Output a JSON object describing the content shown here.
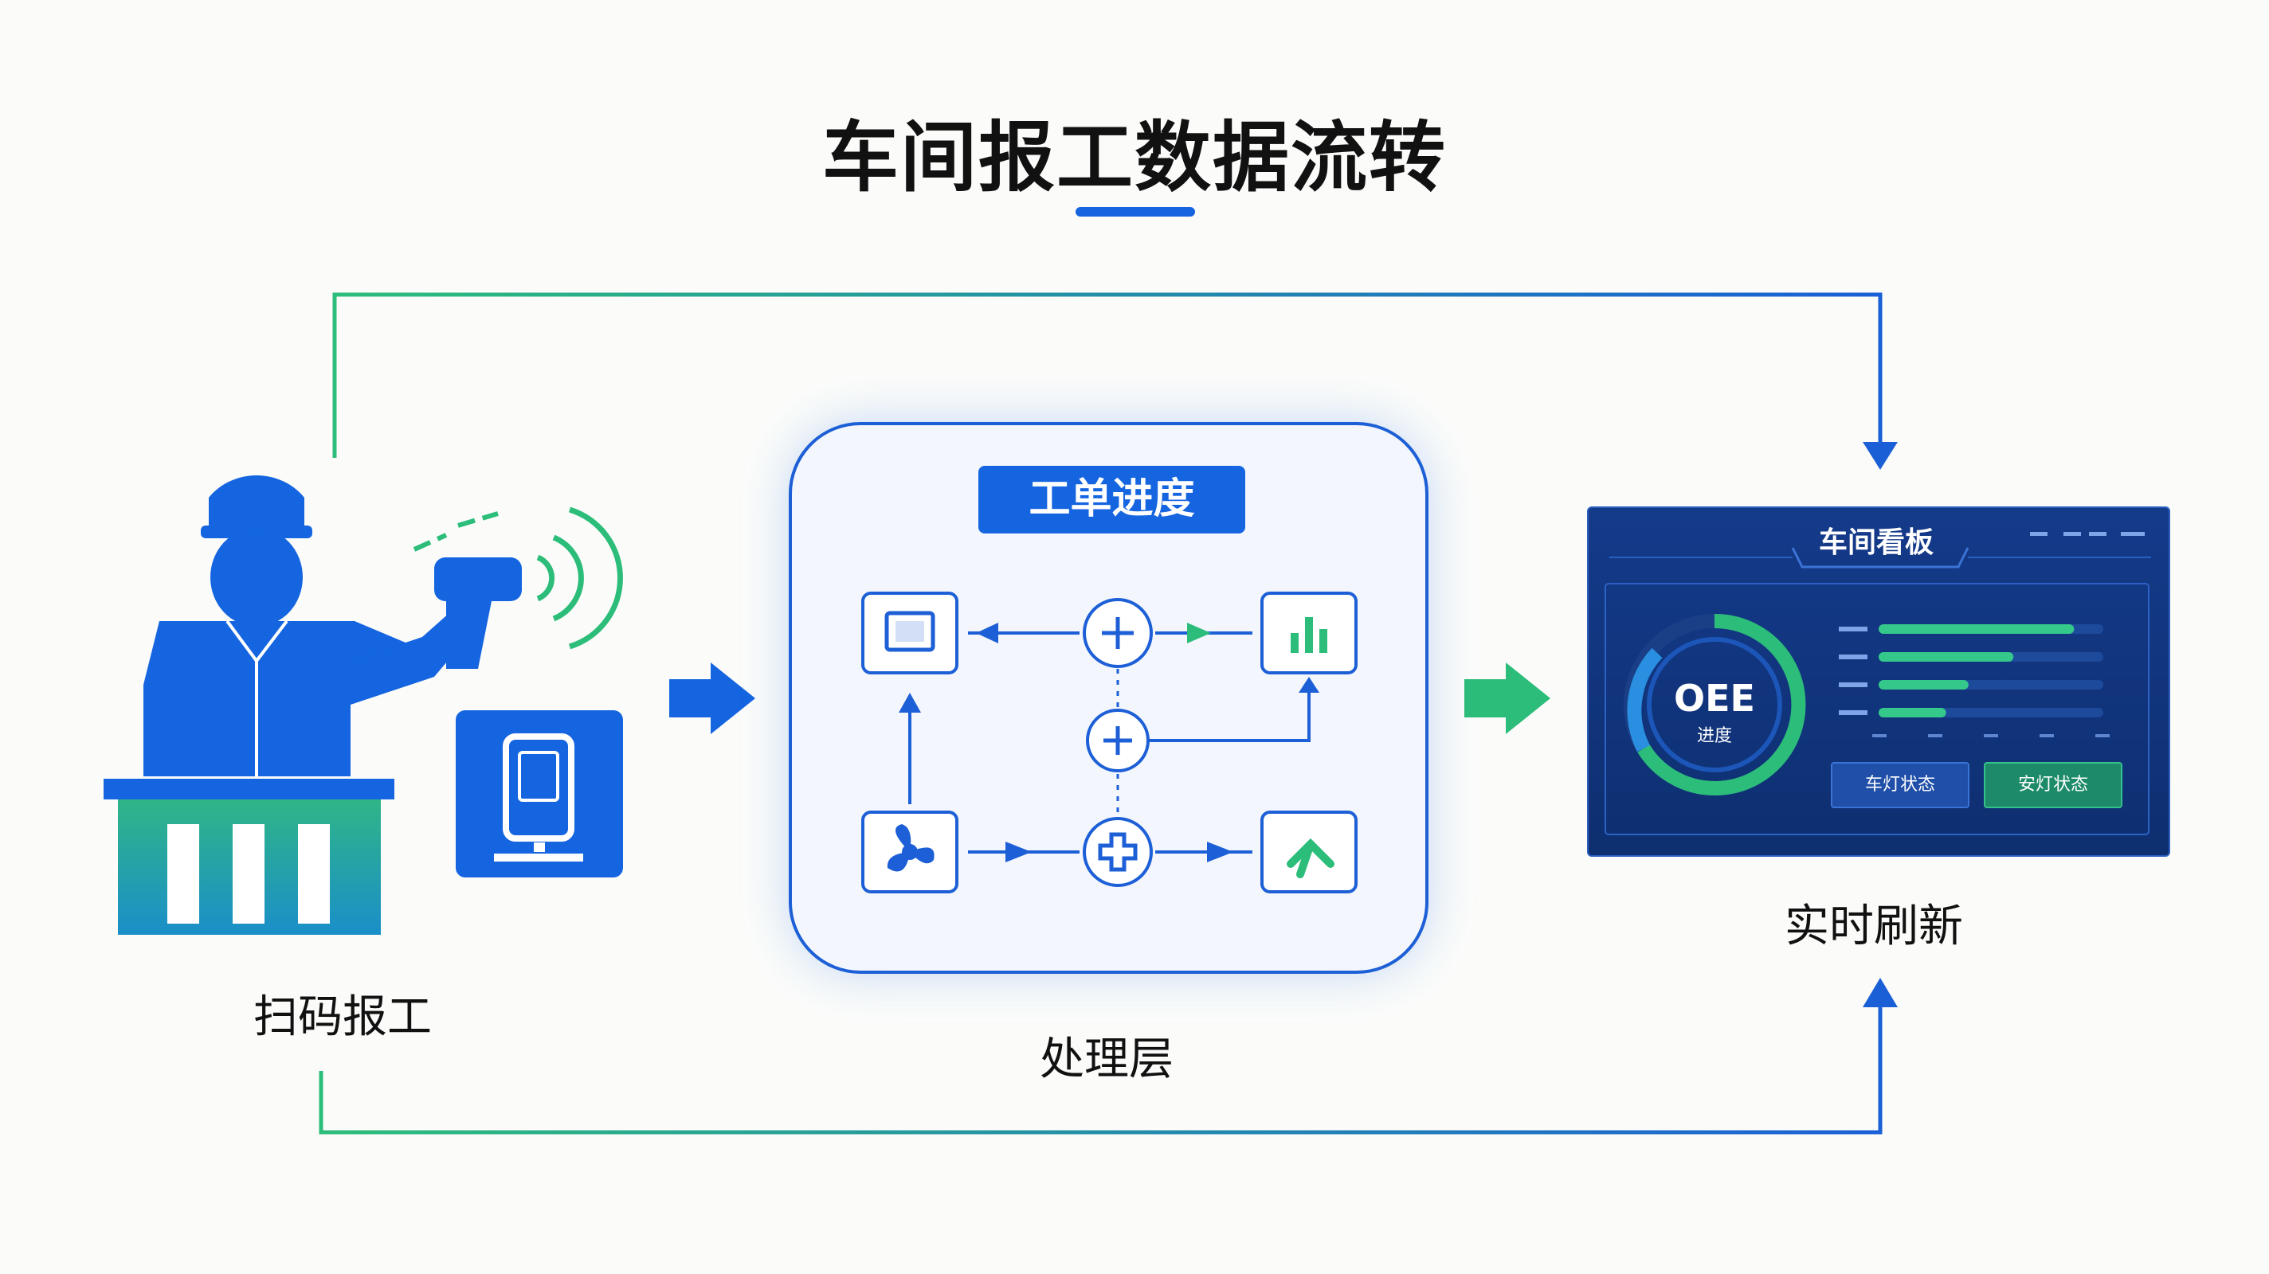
{
  "title": "车间报工数据流转",
  "nodes": {
    "scan": {
      "label": "扫码报工"
    },
    "process": {
      "label": "处理层",
      "inner_title": "工单进度"
    },
    "board": {
      "label": "实时刷新",
      "dashboard_title": "车间看板",
      "gauge_main": "OEE",
      "gauge_sub": "进度",
      "button_1": "车灯状态",
      "button_2": "安灯状态",
      "progress": [
        0.87,
        0.6,
        0.4,
        0.3
      ]
    }
  },
  "colors": {
    "primary_blue": "#1565e0",
    "accent_green": "#2dbd7a",
    "dashboard_bg": "#123782",
    "title_text": "#111111"
  }
}
